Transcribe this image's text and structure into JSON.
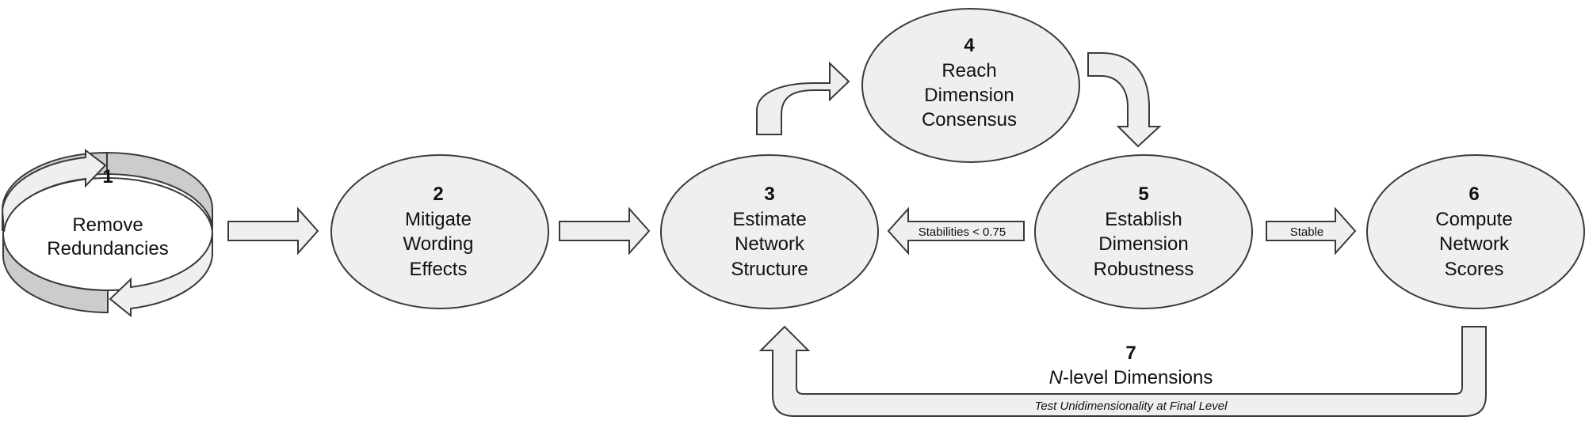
{
  "nodes": [
    {
      "id": "1",
      "number": "1",
      "lines": [
        "Remove",
        "Redundancies"
      ]
    },
    {
      "id": "2",
      "number": "2",
      "lines": [
        "Mitigate",
        "Wording",
        "Effects"
      ]
    },
    {
      "id": "3",
      "number": "3",
      "lines": [
        "Estimate",
        "Network",
        "Structure"
      ]
    },
    {
      "id": "4",
      "number": "4",
      "lines": [
        "Reach",
        "Dimension",
        "Consensus"
      ]
    },
    {
      "id": "5",
      "number": "5",
      "lines": [
        "Establish",
        "Dimension",
        "Robustness"
      ]
    },
    {
      "id": "6",
      "number": "6",
      "lines": [
        "Compute",
        "Network",
        "Scores"
      ]
    }
  ],
  "step7": {
    "number": "7",
    "label_italic": "N",
    "label_rest": "-level Dimensions",
    "arrow_label": "Test Unidimensionality at Final Level"
  },
  "edges": {
    "stabilities_label": "Stabilities < 0.75",
    "stable_label": "Stable"
  },
  "colors": {
    "fill": "#efefef",
    "fill_dark": "#cccccc",
    "stroke": "#3a3a3a",
    "text": "#111111"
  }
}
